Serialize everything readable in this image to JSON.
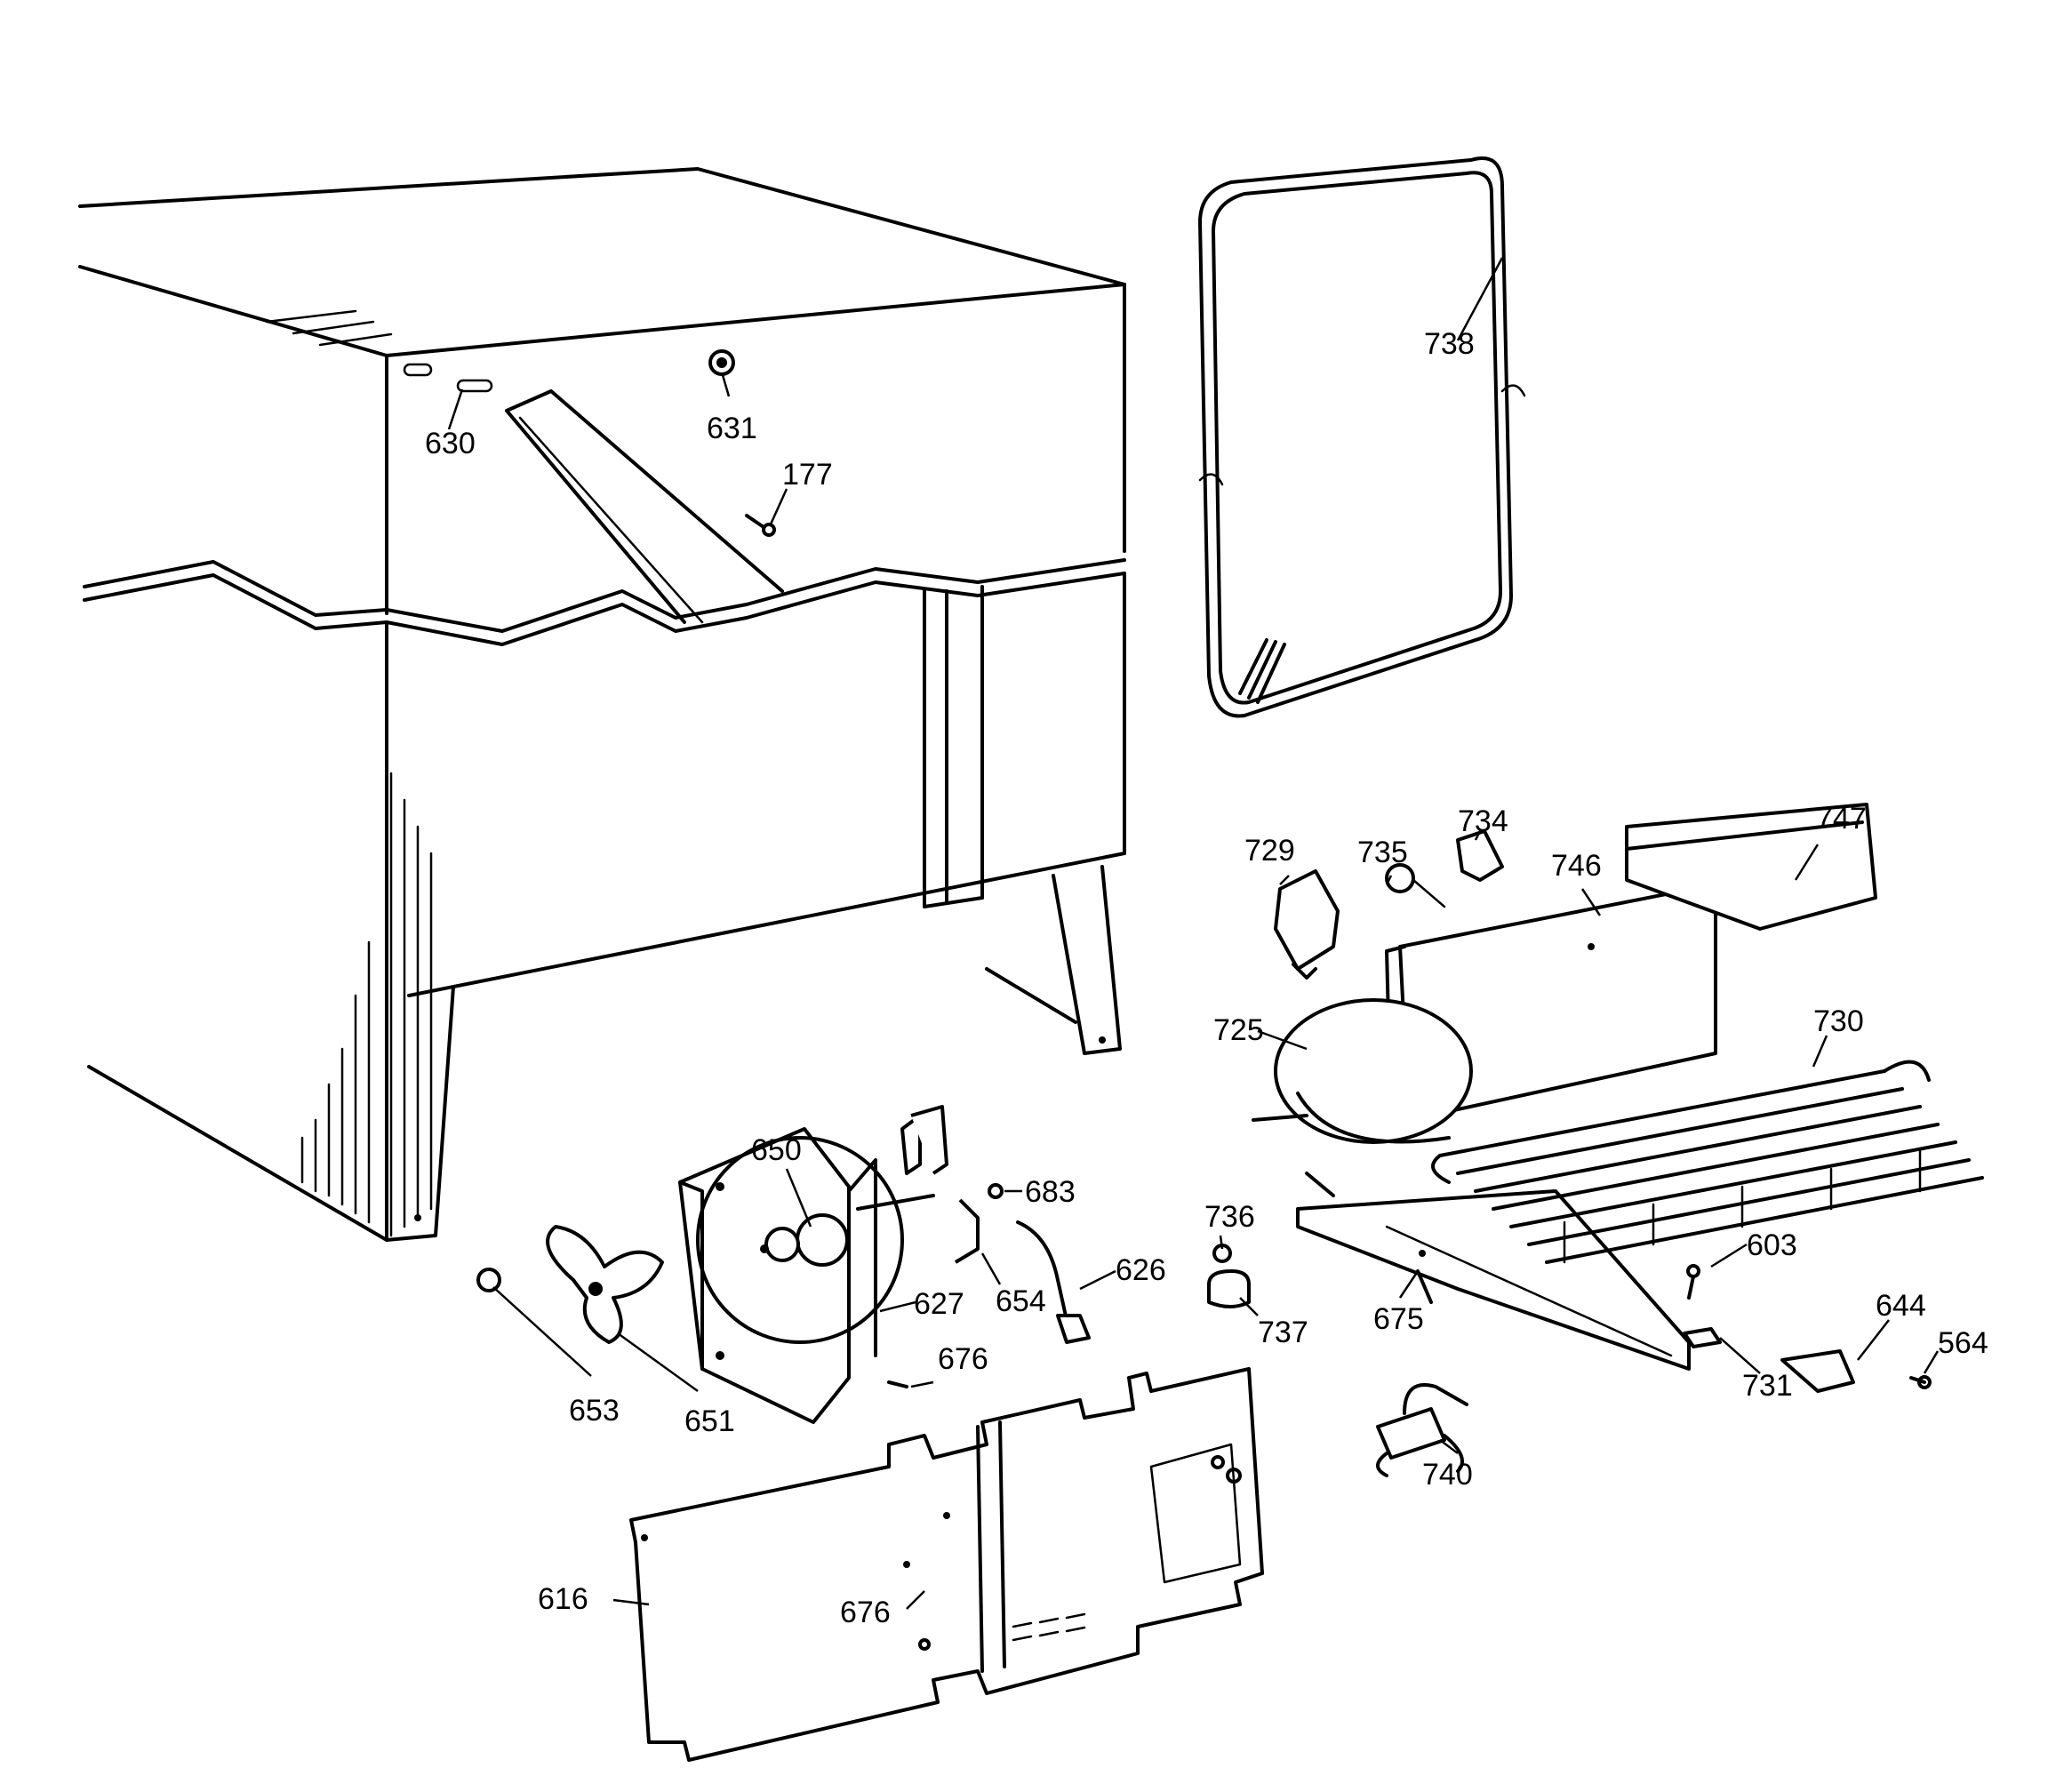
{
  "callouts": [
    {
      "id": "c738",
      "label": "738"
    },
    {
      "id": "c630",
      "label": "630"
    },
    {
      "id": "c631",
      "label": "631"
    },
    {
      "id": "c177",
      "label": "177"
    },
    {
      "id": "c729",
      "label": "729"
    },
    {
      "id": "c735",
      "label": "735"
    },
    {
      "id": "c734",
      "label": "734"
    },
    {
      "id": "c746",
      "label": "746"
    },
    {
      "id": "c747",
      "label": "747"
    },
    {
      "id": "c725",
      "label": "725"
    },
    {
      "id": "c730",
      "label": "730"
    },
    {
      "id": "c650",
      "label": "650"
    },
    {
      "id": "c683",
      "label": "683"
    },
    {
      "id": "c736",
      "label": "736"
    },
    {
      "id": "c626",
      "label": "626"
    },
    {
      "id": "c654",
      "label": "654"
    },
    {
      "id": "c627",
      "label": "627"
    },
    {
      "id": "c603",
      "label": "603"
    },
    {
      "id": "c644",
      "label": "644"
    },
    {
      "id": "c564",
      "label": "564"
    },
    {
      "id": "c737",
      "label": "737"
    },
    {
      "id": "c675",
      "label": "675"
    },
    {
      "id": "c731",
      "label": "731"
    },
    {
      "id": "c676a",
      "label": "676"
    },
    {
      "id": "c653",
      "label": "653"
    },
    {
      "id": "c651",
      "label": "651"
    },
    {
      "id": "c740",
      "label": "740"
    },
    {
      "id": "c616",
      "label": "616"
    },
    {
      "id": "c676b",
      "label": "676"
    }
  ]
}
